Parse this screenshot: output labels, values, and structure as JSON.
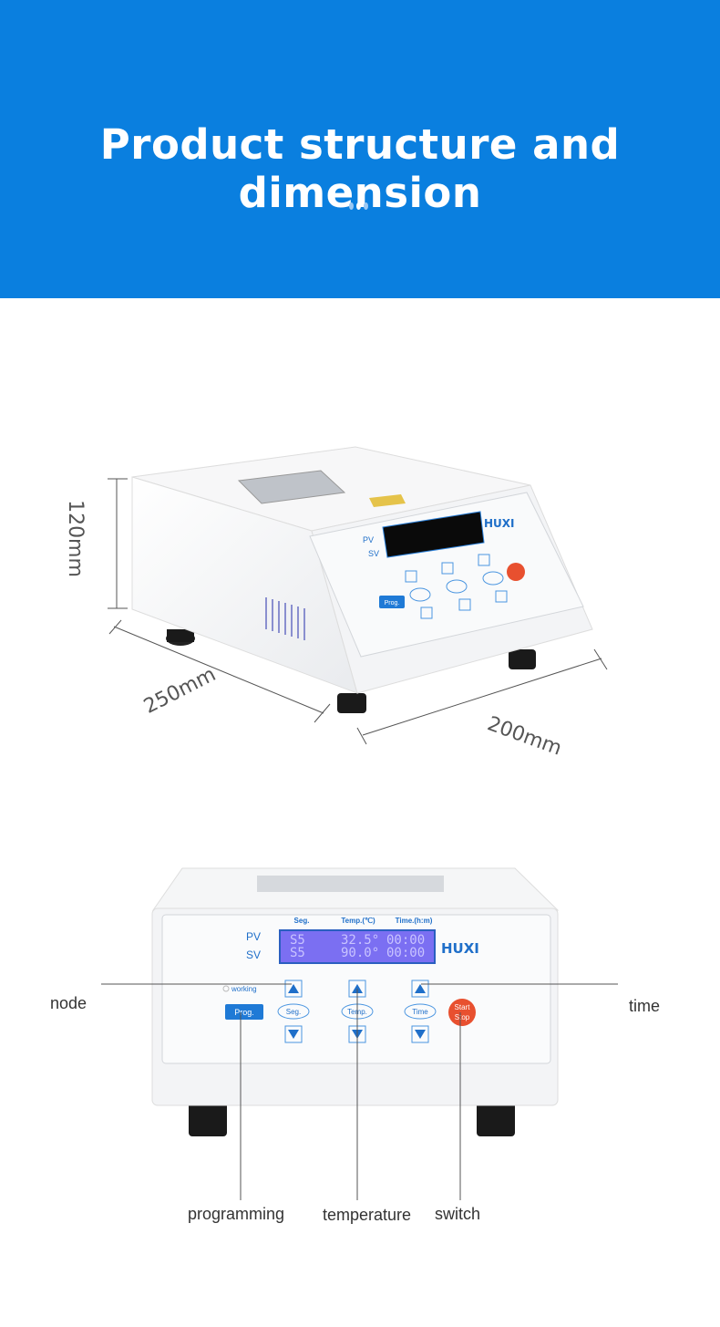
{
  "header": {
    "title": "Product structure and dimension",
    "background_color": "#0a7fdf"
  },
  "dimensions": {
    "height": "120mm",
    "depth": "250mm",
    "width": "200mm"
  },
  "device": {
    "brand": "HUXI",
    "column_labels": [
      "Seg.",
      "Temp.(℃)",
      "Time.(h:m)"
    ],
    "row_labels": [
      "PV",
      "SV"
    ],
    "display": {
      "pv": {
        "seg": "S5",
        "temp": "32.5°",
        "time": "00:00"
      },
      "sv": {
        "seg": "S5",
        "temp": "90.0°",
        "time": "00:00"
      }
    },
    "working_label": "working",
    "prog_label": "Prog.",
    "seg_label": "Seg.",
    "temp_label": "Temp.",
    "time_label": "Time",
    "start_label": "Start",
    "stop_label": "Stop",
    "display_color": "#7b6ff2",
    "start_color": "#e8502f"
  },
  "callouts": {
    "node": "node",
    "time": "time",
    "programming": "programming",
    "temperature": "temperature",
    "switch": "switch"
  }
}
